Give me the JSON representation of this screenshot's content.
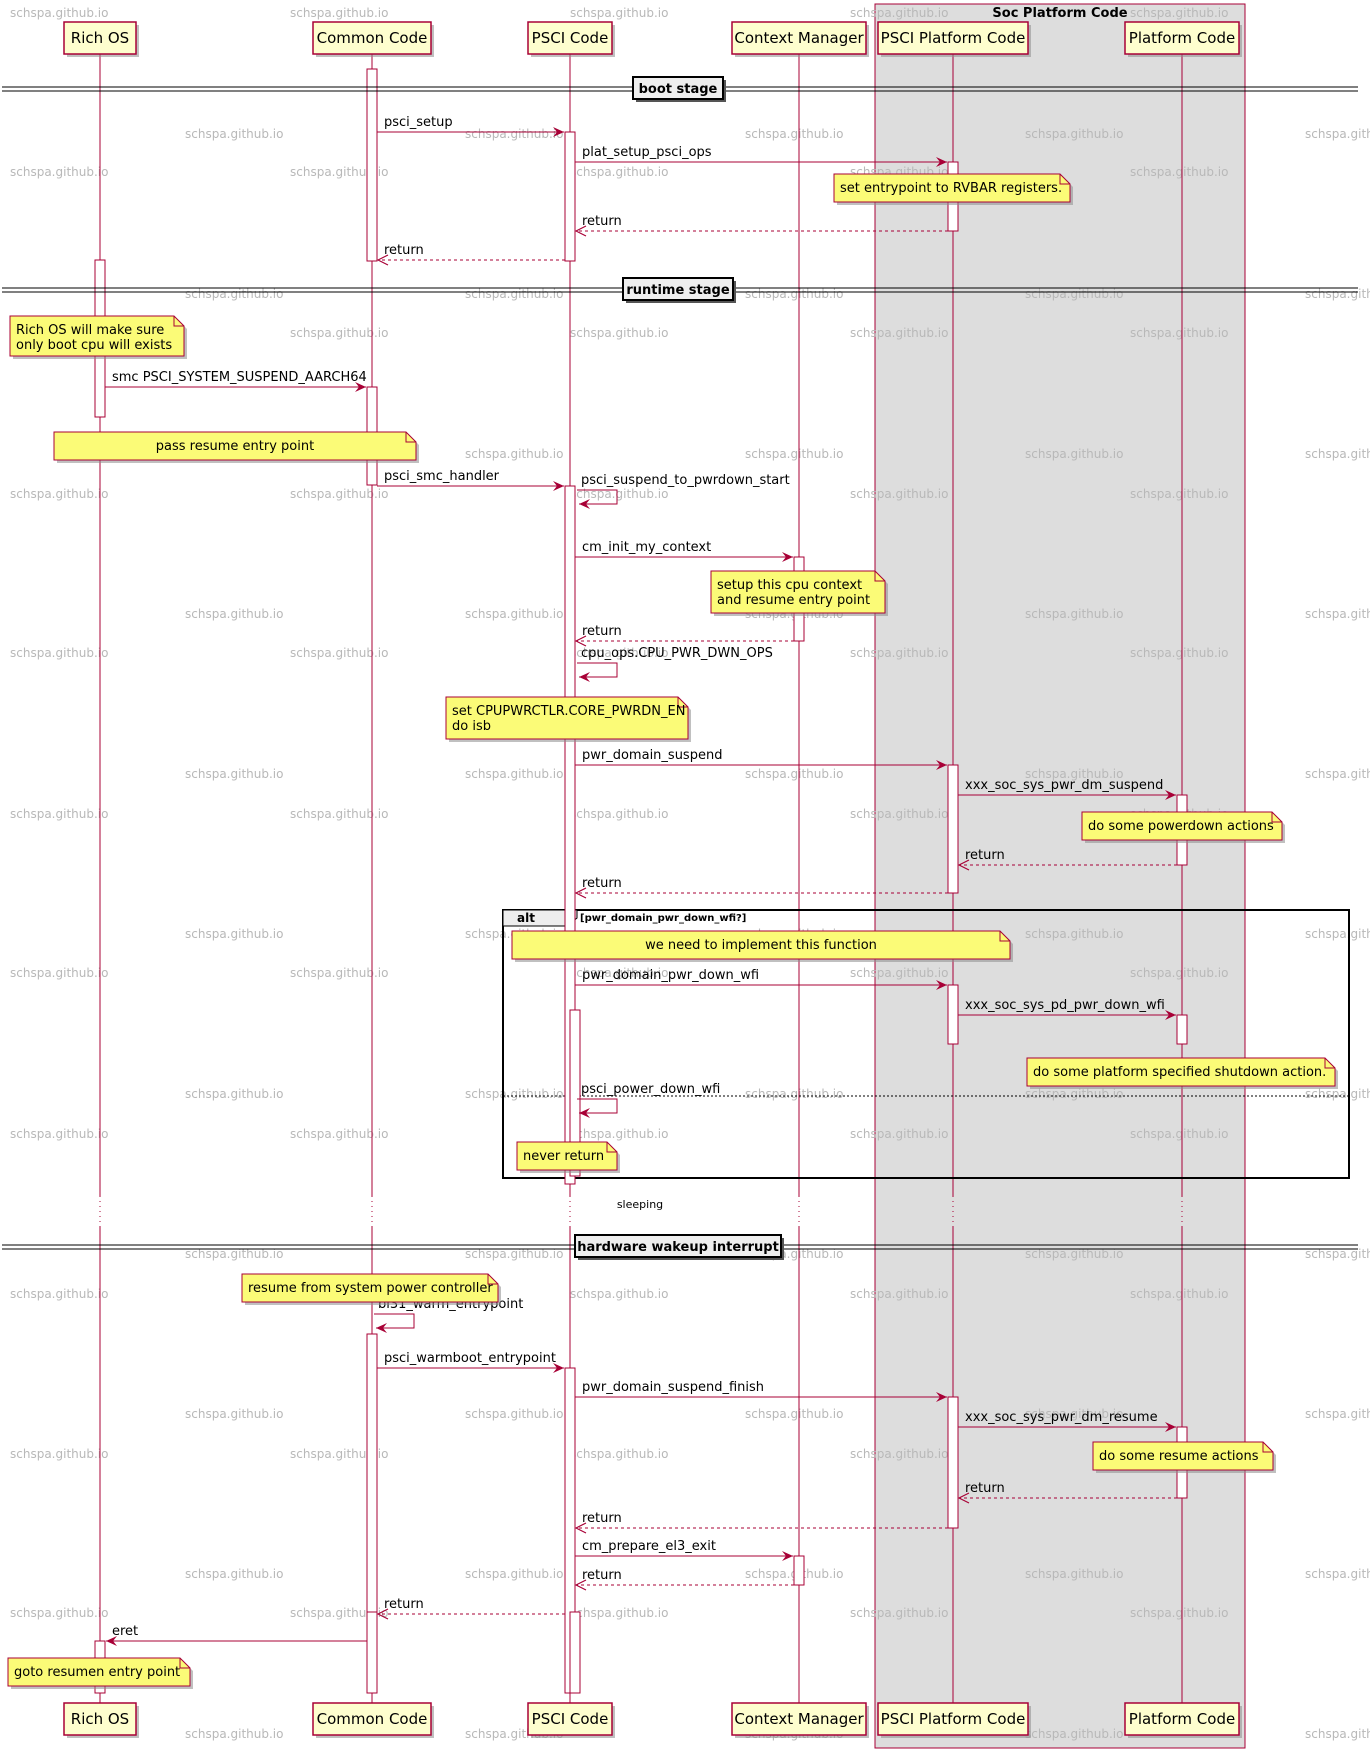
{
  "group": {
    "label": "Soc Platform Code"
  },
  "participants": [
    {
      "id": "rich",
      "label": "Rich OS"
    },
    {
      "id": "common",
      "label": "Common Code"
    },
    {
      "id": "psci",
      "label": "PSCI Code"
    },
    {
      "id": "ctx",
      "label": "Context Manager"
    },
    {
      "id": "pplat",
      "label": "PSCI Platform Code"
    },
    {
      "id": "plat",
      "label": "Platform Code"
    }
  ],
  "dividers": [
    {
      "id": "boot",
      "label": "boot stage"
    },
    {
      "id": "runtime",
      "label": "runtime stage"
    },
    {
      "id": "wakeup",
      "label": "hardware wakeup interrupt"
    }
  ],
  "messages": [
    {
      "id": "m1",
      "label": "psci_setup",
      "from": "common",
      "to": "psci",
      "type": "sync"
    },
    {
      "id": "m2",
      "label": "plat_setup_psci_ops",
      "from": "psci",
      "to": "pplat",
      "type": "sync"
    },
    {
      "id": "m3",
      "label": "return",
      "from": "pplat",
      "to": "psci",
      "type": "return"
    },
    {
      "id": "m4",
      "label": "return",
      "from": "psci",
      "to": "common",
      "type": "return"
    },
    {
      "id": "m5",
      "label": "smc PSCI_SYSTEM_SUSPEND_AARCH64",
      "from": "rich",
      "to": "common",
      "type": "sync"
    },
    {
      "id": "m6",
      "label": "psci_smc_handler",
      "from": "common",
      "to": "psci",
      "type": "sync"
    },
    {
      "id": "m7",
      "label": "psci_suspend_to_pwrdown_start",
      "from": "psci",
      "to": "psci",
      "type": "self"
    },
    {
      "id": "m8",
      "label": "cm_init_my_context",
      "from": "psci",
      "to": "ctx",
      "type": "sync"
    },
    {
      "id": "m9",
      "label": "return",
      "from": "ctx",
      "to": "psci",
      "type": "return"
    },
    {
      "id": "m10",
      "label": "cpu_ops.CPU_PWR_DWN_OPS",
      "from": "psci",
      "to": "psci",
      "type": "self"
    },
    {
      "id": "m11",
      "label": "pwr_domain_suspend",
      "from": "psci",
      "to": "pplat",
      "type": "sync"
    },
    {
      "id": "m12",
      "label": "xxx_soc_sys_pwr_dm_suspend",
      "from": "pplat",
      "to": "plat",
      "type": "sync"
    },
    {
      "id": "m13",
      "label": "return",
      "from": "plat",
      "to": "pplat",
      "type": "return"
    },
    {
      "id": "m14",
      "label": "return",
      "from": "pplat",
      "to": "psci",
      "type": "return"
    },
    {
      "id": "m15",
      "label": "pwr_domain_pwr_down_wfi",
      "from": "psci",
      "to": "pplat",
      "type": "sync"
    },
    {
      "id": "m16",
      "label": "xxx_soc_sys_pd_pwr_down_wfi",
      "from": "pplat",
      "to": "plat",
      "type": "sync"
    },
    {
      "id": "m17",
      "label": "psci_power_down_wfi",
      "from": "psci",
      "to": "psci",
      "type": "self"
    },
    {
      "id": "m18",
      "label": "bl31_warm_entrypoint",
      "from": "common",
      "to": "common",
      "type": "self"
    },
    {
      "id": "m19",
      "label": "psci_warmboot_entrypoint",
      "from": "common",
      "to": "psci",
      "type": "sync"
    },
    {
      "id": "m20",
      "label": "pwr_domain_suspend_finish",
      "from": "psci",
      "to": "pplat",
      "type": "sync"
    },
    {
      "id": "m21",
      "label": "xxx_soc_sys_pwr_dm_resume",
      "from": "pplat",
      "to": "plat",
      "type": "sync"
    },
    {
      "id": "m22",
      "label": "return",
      "from": "plat",
      "to": "pplat",
      "type": "return"
    },
    {
      "id": "m23",
      "label": "return",
      "from": "pplat",
      "to": "psci",
      "type": "return"
    },
    {
      "id": "m24",
      "label": "cm_prepare_el3_exit",
      "from": "psci",
      "to": "ctx",
      "type": "sync"
    },
    {
      "id": "m25",
      "label": "return",
      "from": "ctx",
      "to": "psci",
      "type": "return"
    },
    {
      "id": "m26",
      "label": "return",
      "from": "psci",
      "to": "common",
      "type": "return"
    },
    {
      "id": "m27",
      "label": "eret",
      "from": "common",
      "to": "rich",
      "type": "sync"
    }
  ],
  "notes": [
    {
      "id": "n1",
      "lines": [
        "set entrypoint to RVBAR registers."
      ]
    },
    {
      "id": "n2",
      "lines": [
        "Rich OS will make sure",
        "only boot cpu will exists"
      ]
    },
    {
      "id": "n3",
      "lines": [
        "pass resume entry point"
      ]
    },
    {
      "id": "n4",
      "lines": [
        "setup this cpu context",
        " and resume entry point"
      ]
    },
    {
      "id": "n5",
      "lines": [
        "set CPUPWRCTLR.CORE_PWRDN_EN",
        "do isb"
      ]
    },
    {
      "id": "n6",
      "lines": [
        "do some powerdown actions"
      ]
    },
    {
      "id": "n7",
      "lines": [
        "we need to implement this function"
      ]
    },
    {
      "id": "n8",
      "lines": [
        "do some platform specified shutdown action."
      ]
    },
    {
      "id": "n9",
      "lines": [
        "never return"
      ]
    },
    {
      "id": "n10",
      "lines": [
        "resume from system power controller"
      ]
    },
    {
      "id": "n11",
      "lines": [
        "do some resume actions"
      ]
    },
    {
      "id": "n12",
      "lines": [
        "goto resumen entry point"
      ]
    }
  ],
  "fragment": {
    "keyword": "alt",
    "condition": "[pwr_domain_pwr_down_wfi?]"
  },
  "delay": {
    "label": "sleeping"
  },
  "watermark": "schspa.github.io",
  "colors": {
    "accent": "#a80036",
    "participant_fill": "#fefece",
    "note_fill": "#fbfb77",
    "group_fill": "#dddddd"
  }
}
